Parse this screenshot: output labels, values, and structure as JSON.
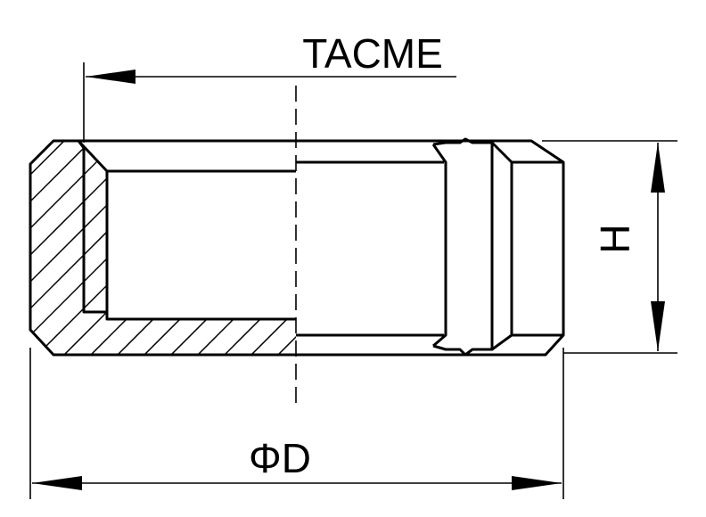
{
  "labels": {
    "thread": "TACME",
    "diameter": "ΦD",
    "height": "H"
  },
  "colors": {
    "line": "#000000",
    "background": "#ffffff"
  }
}
